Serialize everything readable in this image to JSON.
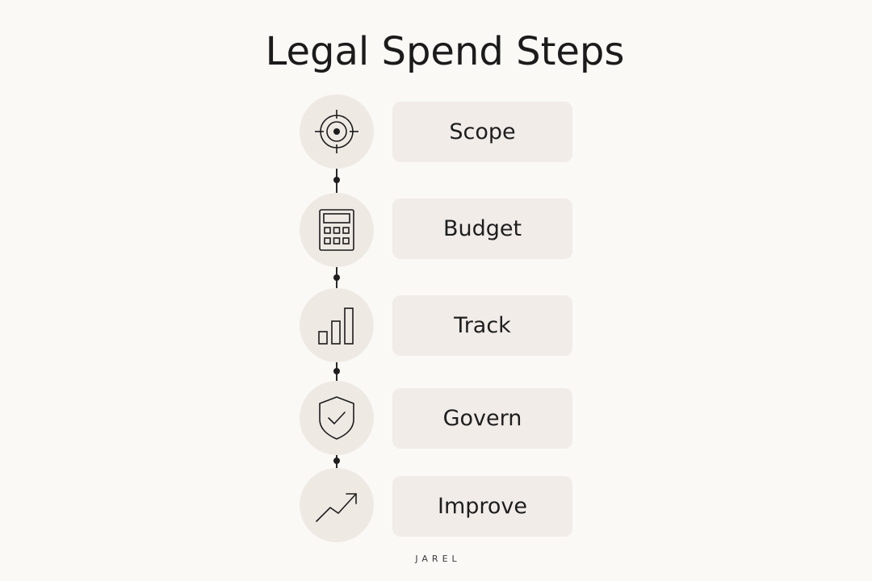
{
  "title": "Legal Spend Steps",
  "steps": [
    {
      "label": "Scope",
      "icon": "target-icon"
    },
    {
      "label": "Budget",
      "icon": "calculator-icon"
    },
    {
      "label": "Track",
      "icon": "bar-chart-icon"
    },
    {
      "label": "Govern",
      "icon": "shield-check-icon"
    },
    {
      "label": "Improve",
      "icon": "trend-up-icon"
    }
  ],
  "brand": "JAREL",
  "colors": {
    "background": "#faf9f6",
    "icon_circle": "#efe9e4",
    "card": "#f1ece8",
    "text": "#1b1b1b",
    "connector": "#2a2a2a"
  }
}
